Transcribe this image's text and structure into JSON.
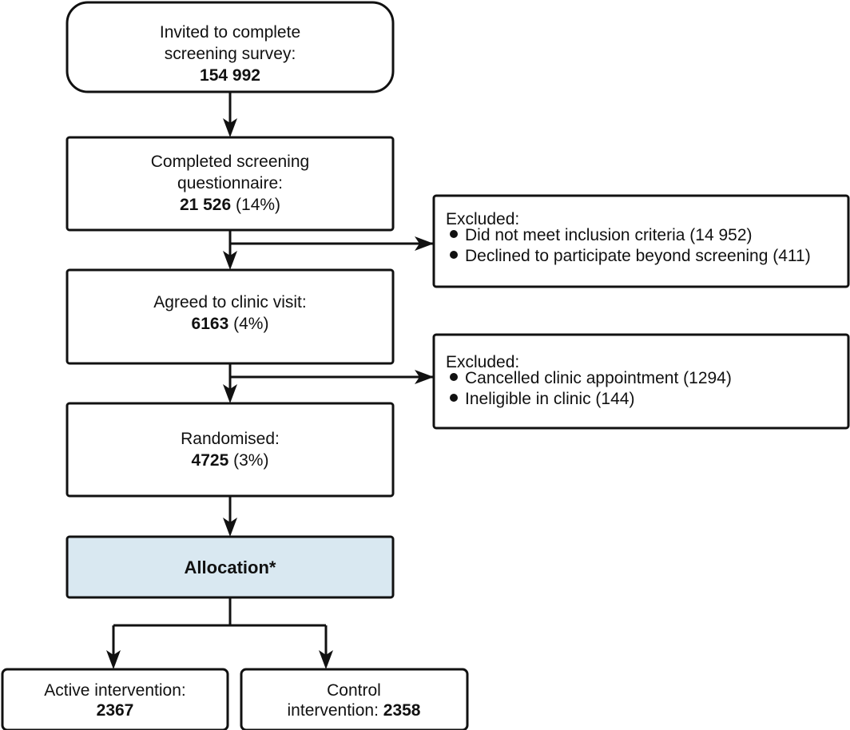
{
  "diagram": {
    "type": "consort-flow-diagram",
    "accent_color": "#d9e8f1",
    "line_color": "#111111",
    "nodes": {
      "invited": {
        "line1": "Invited to complete",
        "line2": "screening survey:",
        "value": "154 992",
        "percent": ""
      },
      "completed": {
        "line1": "Completed screening",
        "line2": "questionnaire:",
        "value": "21 526",
        "percent": "(14%)"
      },
      "agreed": {
        "line1": "Agreed to clinic visit:",
        "line2": "",
        "value": "6163",
        "percent": "(4%)"
      },
      "randomised": {
        "line1": "Randomised:",
        "line2": "",
        "value": "4725",
        "percent": "(3%)"
      },
      "allocation": {
        "label": "Allocation*"
      },
      "active_arm": {
        "line1": "Active intervention:",
        "value": "2367"
      },
      "control_arm": {
        "line1": "Control",
        "line2_prefix": "intervention: ",
        "value": "2358"
      }
    },
    "exclusions": [
      {
        "heading": "Excluded:",
        "items": [
          "Did not meet inclusion criteria (14 952)",
          "Declined to participate beyond screening (411)"
        ]
      },
      {
        "heading": "Excluded:",
        "items": [
          "Cancelled clinic appointment (1294)",
          "Ineligible in clinic (144)"
        ]
      }
    ]
  }
}
